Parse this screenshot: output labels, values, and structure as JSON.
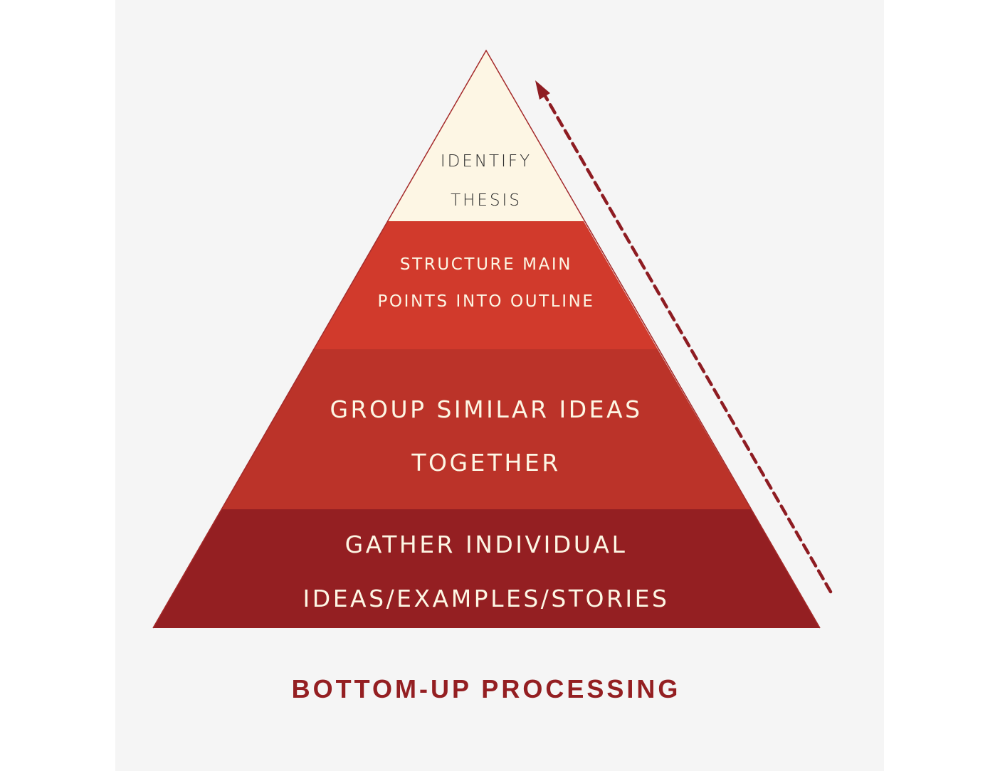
{
  "title": "BOTTOM-UP PROCESSING",
  "colors": {
    "background_panel": "#f5f5f5",
    "tier_top": "#fdf6e4",
    "tier_2": "#d13a2c",
    "tier_3": "#bb3329",
    "tier_4": "#941f22",
    "outline": "#a52a2a",
    "arrow": "#8e1c22",
    "title": "#941f22"
  },
  "pyramid": {
    "tiers": [
      {
        "level": 1,
        "position": "top",
        "lines": [
          "IDENTIFY",
          "THESIS"
        ]
      },
      {
        "level": 2,
        "lines": [
          "STRUCTURE MAIN",
          "POINTS INTO OUTLINE"
        ]
      },
      {
        "level": 3,
        "lines": [
          "GROUP SIMILAR IDEAS",
          "TOGETHER"
        ]
      },
      {
        "level": 4,
        "position": "bottom",
        "lines": [
          "GATHER INDIVIDUAL",
          "IDEAS/EXAMPLES/STORIES"
        ]
      }
    ]
  },
  "arrow": {
    "style": "dashed",
    "direction": "upward",
    "icon": "dashed-arrow-up-icon"
  }
}
